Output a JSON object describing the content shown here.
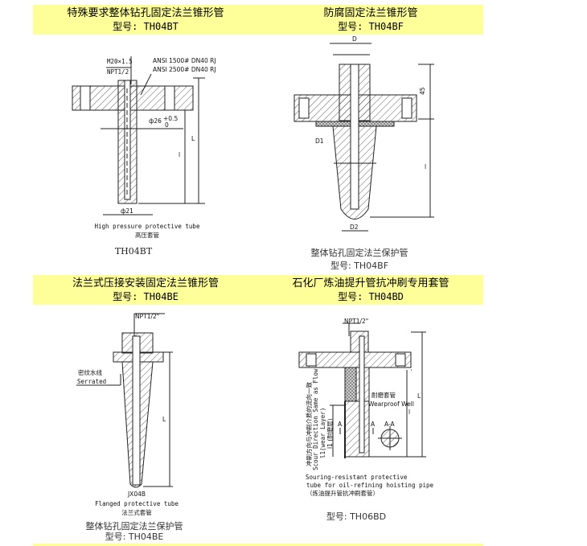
{
  "products": [
    {
      "title": "特殊要求整体钻孔固定法兰锥形管",
      "model_line": "型号: TH04BT",
      "drawing": {
        "thread_label_1": "M20×1.5",
        "thread_label_2": "NPT1/2",
        "flange_label_1": "ANSI 1500# DN40 RJ",
        "flange_label_2": "ANSI 2500# DN40 RJ",
        "dia_label": "ф26",
        "tol_upper": "+0.5",
        "tol_lower": "0",
        "tip_dia_label": "ф21",
        "dim_L": "L",
        "dim_l": "l",
        "caption_en": "High pressure protective tube",
        "caption_cn": "高压套管",
        "model_caption": "TH04BT"
      }
    },
    {
      "title": "防腐固定法兰锥形管",
      "model_line": "型号: TH04BF",
      "drawing": {
        "dim_D": "D",
        "dim_45": "45",
        "dim_D1": "D1",
        "dim_l": "l",
        "dim_D2": "D2",
        "caption_cn": "整体钻孔固定法兰保护管",
        "model_caption": "型号: TH04BF"
      }
    },
    {
      "title": "法兰式压接安装固定法兰锥形管",
      "model_line": "型号: TH04BE",
      "drawing": {
        "thread_label": "NPT1/2\"",
        "serrated_cn": "密纹水线",
        "serrated_en": "Serrated",
        "dim_L": "L",
        "part_code": "JX04B",
        "caption_en": "Flanged protective tube",
        "caption_cn": "法兰式套管",
        "caption_cn_2": "整体钻孔固定法兰保护管",
        "model_caption": "型号: TH04BE"
      }
    },
    {
      "title": "石化厂炼油提升管抗冲刷专用套管",
      "model_line": "型号: TH04BD",
      "drawing": {
        "thread_label": "NPT1/2\"",
        "flow_cn": "冲刷方向与冲刷介质的流向一致",
        "flow_en": "Scour Direction Same as Flow",
        "wear_en": "l1(wear Layer)",
        "wear_cn": "l1 (耐磨层)",
        "wearproof_cn": "耐磨套管",
        "wearproof_en": "Wearproof Well",
        "section_a": "A",
        "section_aa": "A-A",
        "dim_L": "L",
        "dim_l": "l",
        "caption_en_1": "Souring-resistant protective",
        "caption_en_2": "tube for oil-refining hoisting pipe",
        "caption_cn": "（炼油提升管抗冲刷套管）",
        "model_caption": "型号: TH06BD"
      }
    }
  ],
  "colors": {
    "header_bg": "#ffff99",
    "line": "#222222"
  }
}
